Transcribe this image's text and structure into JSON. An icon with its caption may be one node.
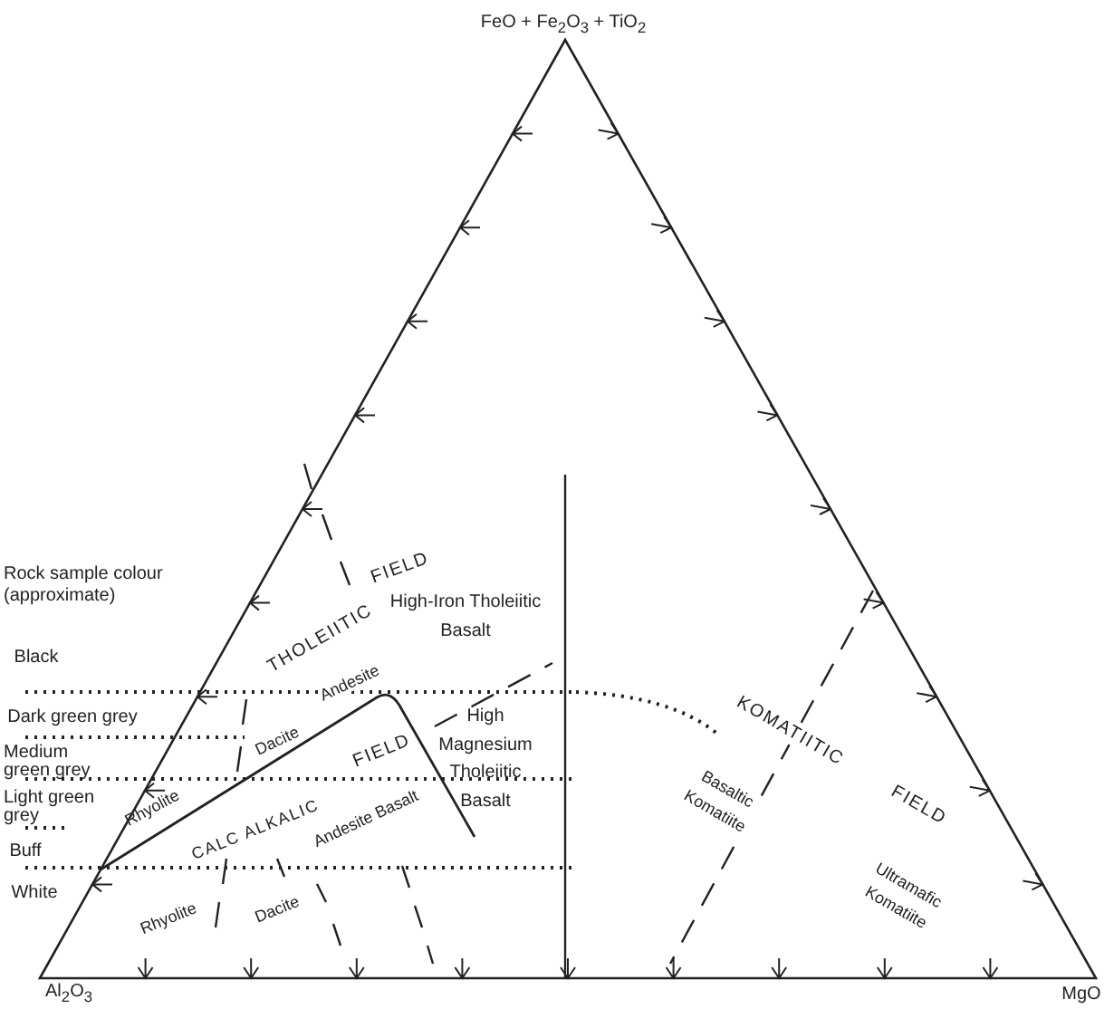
{
  "diagram": {
    "labels": [
      "FeO + Fe$_{2}$O$_{3}$ + TiO$_{2}$",
      "Rock sample colour (approximate)",
      "THOLEIITIC",
      "FIELD",
      "High-Iron Tholeiitic Basalt",
      "Black",
      "Andesite",
      "KOMATIITIC",
      "Dark green grey",
      "Dacite",
      "FIELD",
      "High Magnesium Tholeiitic Basalt",
      "Medium green grey",
      "Basaltic Komatiite",
      "Light green grey",
      "Rhyolite",
      "CALC ALKALIC",
      "Andesite Basalt",
      "FIELD",
      "Buff",
      "White",
      "Rhyolite",
      "Dacite",
      "Ultramafic Komatiite",
      "Al$_{2}$O$_{3}$",
      "MgO"
    ]
  }
}
